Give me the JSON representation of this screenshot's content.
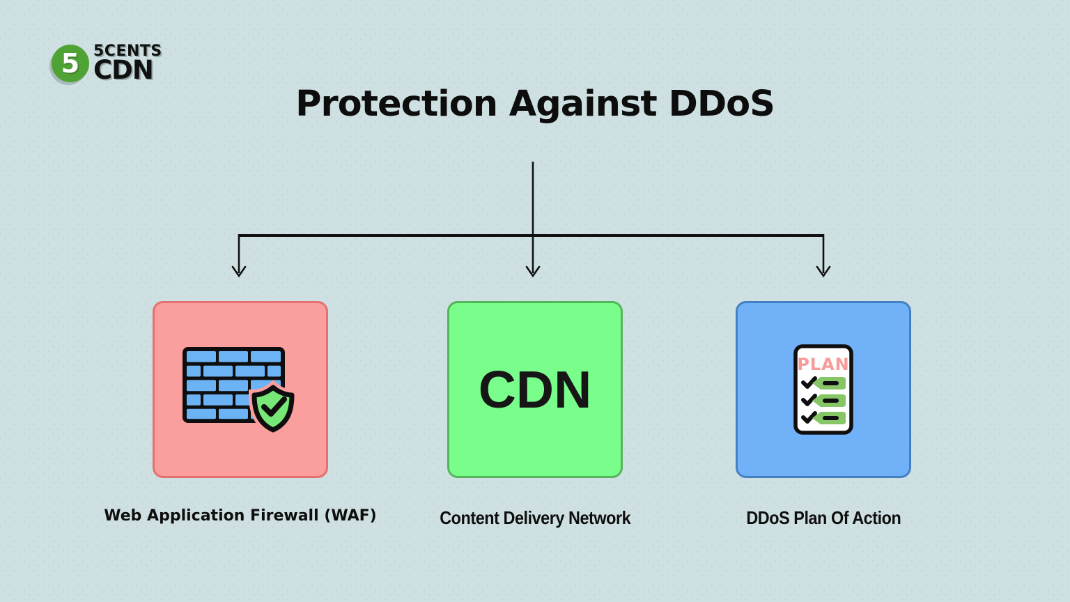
{
  "page": {
    "background_color": "#cfe0e2"
  },
  "logo": {
    "badge_number": "5",
    "line1": "5CENTS",
    "line2": "CDN",
    "badge_color": "#4fa334",
    "text_color": "#111111"
  },
  "title": "Protection Against DDoS",
  "connector": {
    "line_color": "#111111"
  },
  "cards": [
    {
      "id": "waf",
      "label": "Web Application Firewall (WAF)",
      "icon": "firewall-with-shield-check-icon",
      "fill": "#fa9e9e",
      "border": "#e4716f",
      "icon_colors": {
        "brick": "#6cb3f5",
        "shield": "#77e877",
        "outline": "#0e0e0e"
      }
    },
    {
      "id": "cdn",
      "label": "Content Delivery Network",
      "big_text": "CDN",
      "fill": "#79fd8b",
      "border": "#54b55a"
    },
    {
      "id": "plan",
      "label": "DDoS Plan Of Action",
      "icon": "checklist-document-icon",
      "icon_title": "PLAN",
      "fill": "#70b1f8",
      "border": "#4580c2",
      "icon_colors": {
        "paper": "#ffffff",
        "plan_text": "#f89b9b",
        "tag": "#86c666",
        "outline": "#0e0e0e"
      }
    }
  ]
}
